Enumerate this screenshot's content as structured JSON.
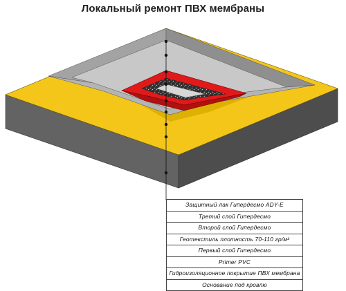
{
  "title": "Локальный ремонт ПВХ мембраны",
  "colors": {
    "base_top": "#f4c61a",
    "base_front": "#636363",
    "base_right": "#4d4d4d",
    "membrane_top": "#c8c8c8",
    "membrane_slope": "#9a9a9a",
    "repair_red": "#e01a1a",
    "geotextile": "#3a3a3a",
    "primer_yellow": "#d8ab00"
  },
  "legend": [
    "Защитный лак Гипердесмо ADY-E",
    "Третий слой Гипердесмо",
    "Второй слой Гипердесмо",
    "Геотекстиль плотность 70-110 гр/м²",
    "Первый слой Гипердесмо",
    "Primer PVC",
    "Гидроизоляционное покрытие ПВХ мембрана",
    "Основание под кровлю"
  ]
}
